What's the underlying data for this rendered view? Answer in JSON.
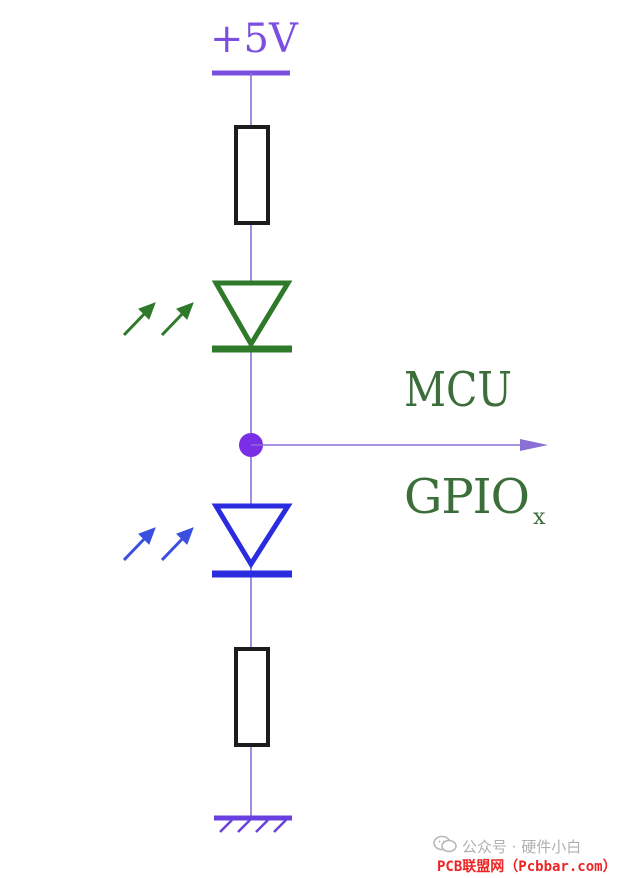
{
  "diagram": {
    "supply_label": "+5V",
    "mcu_label": "MCU",
    "gpio_label": "GPIO",
    "gpio_subscript": "x"
  },
  "watermark": {
    "account_text": "公众号 · 硬件小白",
    "site_text": "PCB联盟网（Pcbbar.com）"
  },
  "colors": {
    "wire": "#8a6fd6",
    "supply": "#7b4fe0",
    "resistor": "#1c1c1c",
    "led_upper": "#2f7a2a",
    "led_lower": "#2b2be0",
    "arrow_lower": "#3a4fe0",
    "node": "#7a2ee6",
    "label": "#3b6e3a",
    "ground": "#6a3fe0"
  },
  "icons": [
    "wechat-icon"
  ]
}
